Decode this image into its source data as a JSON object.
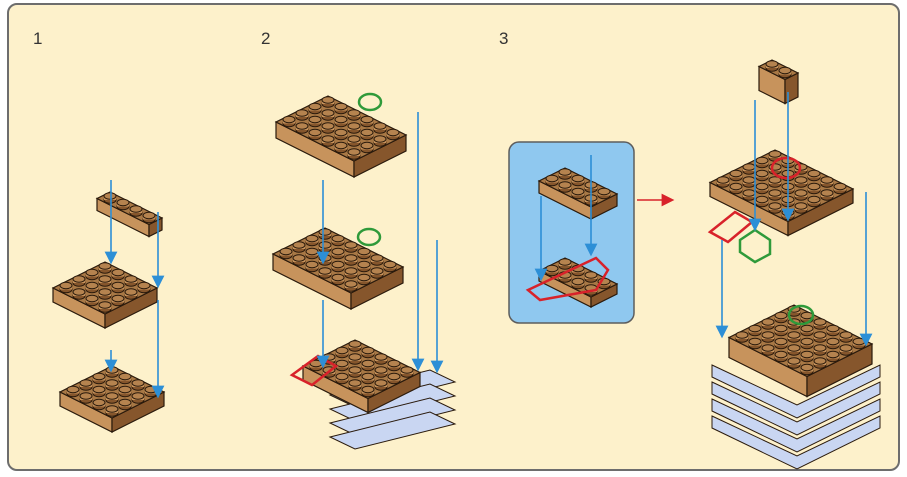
{
  "steps": [
    {
      "number": "1"
    },
    {
      "number": "2"
    },
    {
      "number": "3"
    }
  ],
  "colors": {
    "background": "#fdf1cb",
    "border": "#6d6d6d",
    "brick_top": "#a87845",
    "brick_side": "#86562c",
    "brick_front": "#c7935c",
    "brick_outline": "#2a1a0c",
    "base_brick": "#c9d6f2",
    "arrow": "#2d8fd6",
    "highlight_red": "#d8222a",
    "highlight_green": "#2f9a3a",
    "callout_bg": "#8fc8ef"
  }
}
